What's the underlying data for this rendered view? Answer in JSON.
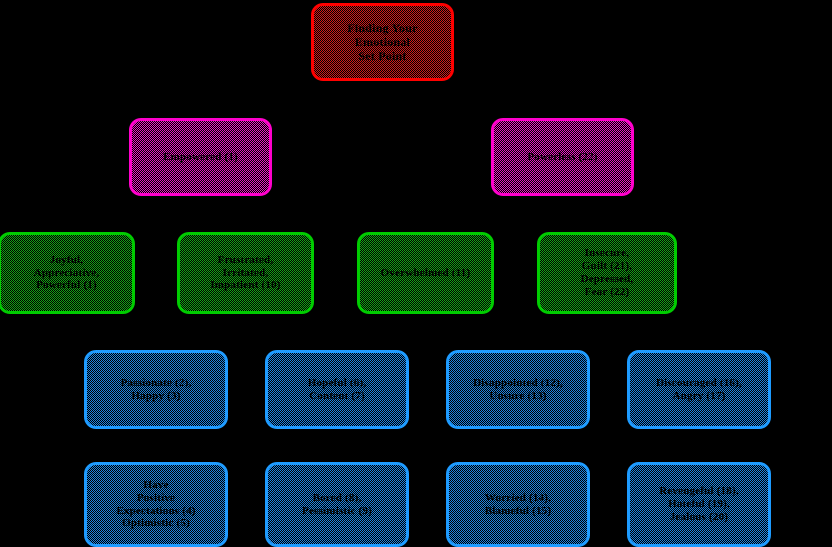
{
  "diagram": {
    "title": "Finding Your Emotional Set Point",
    "background_color": "#000000",
    "palette": {
      "root_border": "#ff0000",
      "root_fill": "#d11a1a",
      "level2_border": "#ff00cc",
      "level2_fill": "#e81ac0",
      "level3_border": "#00cc00",
      "level3_fill": "#14a514",
      "level4_border": "#1e9bff",
      "level4_fill": "#1f84e0",
      "text": "#000000"
    }
  },
  "nodes": {
    "root": {
      "line1": "Finding Your",
      "line2": "Emotional",
      "line3": "Set Point"
    },
    "branches": [
      {
        "label": "Empowered (1)"
      },
      {
        "label": "Powerless (22)"
      }
    ],
    "green_row": [
      {
        "line1": "Joyful,",
        "line2": "Appreciative,",
        "line3": "Powerful (1)"
      },
      {
        "line1": "Frustrated,",
        "line2": "Irritated,",
        "line3": "Impatient (10)"
      },
      {
        "line1": "Overwhelmed (11)",
        "line2": "",
        "line3": ""
      },
      {
        "line1": "Insecure,",
        "line2": "Guilt (21),",
        "line3": "Depressed,",
        "line4": "Fear (22)"
      }
    ],
    "blue_row_1": [
      {
        "line1": "Passionate (2),",
        "line2": "Happy (3)"
      },
      {
        "line1": "Hopeful (6),",
        "line2": "Content (7)"
      },
      {
        "line1": "Disappointed (12),",
        "line2": "Unsure (13)"
      },
      {
        "line1": "Discouraged (16),",
        "line2": "Angry (17)"
      }
    ],
    "blue_row_2": [
      {
        "line1": "Have",
        "line2": "Positive",
        "line3": "Expectations (4)",
        "line4": "Optimistic (5)"
      },
      {
        "line1": "Bored (8),",
        "line2": "Pessimistic (9)",
        "line3": "",
        "line4": ""
      },
      {
        "line1": "Worried (14),",
        "line2": "Blameful (15)",
        "line3": "",
        "line4": ""
      },
      {
        "line1": "Revengeful (18),",
        "line2": "Hateful (19),",
        "line3": "Jealous (20)",
        "line4": ""
      }
    ]
  }
}
